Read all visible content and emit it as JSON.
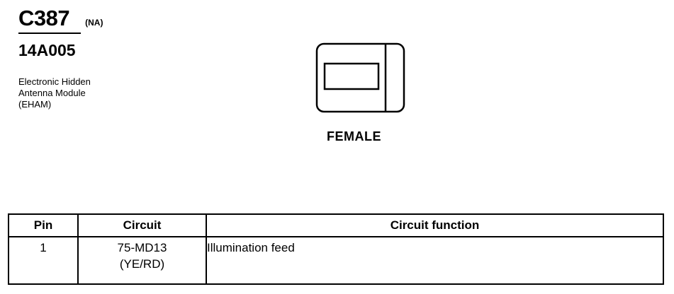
{
  "header": {
    "connector_id": "C387",
    "region": "(NA)",
    "part_number": "14A005",
    "description_lines": [
      "Electronic Hidden",
      "Antenna Module",
      "(EHAM)"
    ]
  },
  "connector": {
    "gender_label": "FEMALE"
  },
  "table": {
    "headers": [
      "Pin",
      "Circuit",
      "Circuit function"
    ],
    "rows": [
      {
        "pin": "1",
        "circuit": "75-MD13",
        "wire_color": "(YE/RD)",
        "function": "Illumination feed"
      }
    ]
  }
}
